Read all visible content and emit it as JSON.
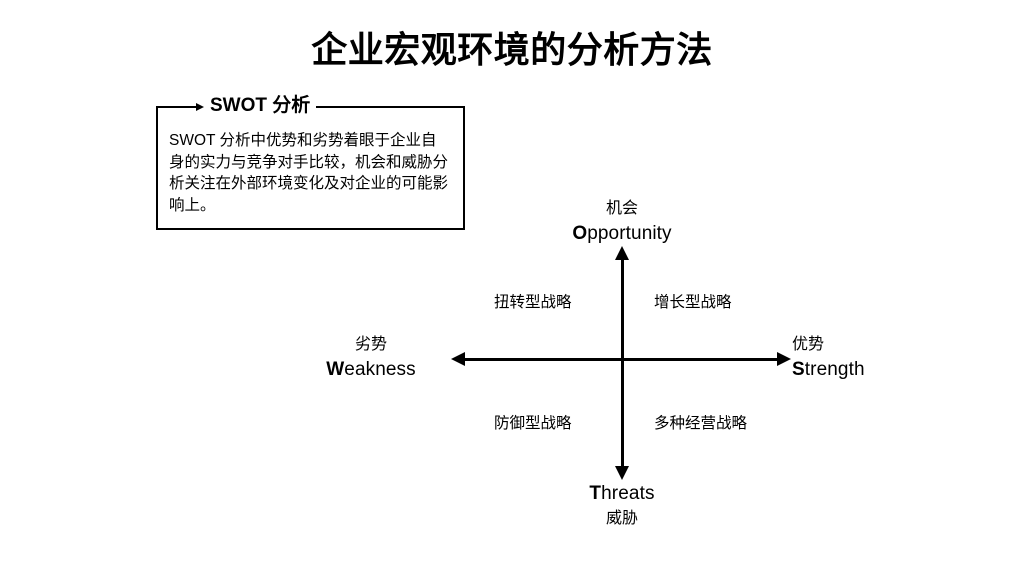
{
  "page": {
    "title": "企业宏观环境的分析方法",
    "background_color": "#ffffff",
    "ink_color": "#000000"
  },
  "swot_callout": {
    "heading": "SWOT 分析",
    "body": "SWOT 分析中优势和劣势着眼于企业自身的实力与竞争对手比较，机会和威胁分析关注在外部环境变化及对企业的可能影响上。",
    "left_arrow_icon": "arrow-right-icon",
    "right_arrow_icon": "arrow-left-icon"
  },
  "chart_data": {
    "type": "scatter",
    "title": "SWOT 分析",
    "xlabel": "",
    "ylabel": "",
    "grid": false,
    "legend": "none",
    "axes": {
      "vertical": {
        "positive_end": {
          "cn": "机会",
          "en_bold": "O",
          "en_rest": "pportunity",
          "en": "Opportunity",
          "arrow_icon": "arrow-up-icon"
        },
        "negative_end": {
          "cn": "威胁",
          "en_bold": "T",
          "en_rest": "hreats",
          "en": "Threats",
          "arrow_icon": "arrow-down-icon"
        }
      },
      "horizontal": {
        "positive_end": {
          "cn": "优势",
          "en_bold": "S",
          "en_rest": "trength",
          "en": "Strength",
          "arrow_icon": "arrow-right-icon"
        },
        "negative_end": {
          "cn": "劣势",
          "en_bold": "W",
          "en_rest": "eakness",
          "en": "Weakness",
          "arrow_icon": "arrow-left-icon"
        }
      }
    },
    "quadrants": [
      {
        "key": "WO",
        "position": "top-left",
        "label": "扭转型战略"
      },
      {
        "key": "SO",
        "position": "top-right",
        "label": "增长型战略"
      },
      {
        "key": "WT",
        "position": "bottom-left",
        "label": "防御型战略"
      },
      {
        "key": "ST",
        "position": "bottom-right",
        "label": "多种经营战略"
      }
    ]
  }
}
